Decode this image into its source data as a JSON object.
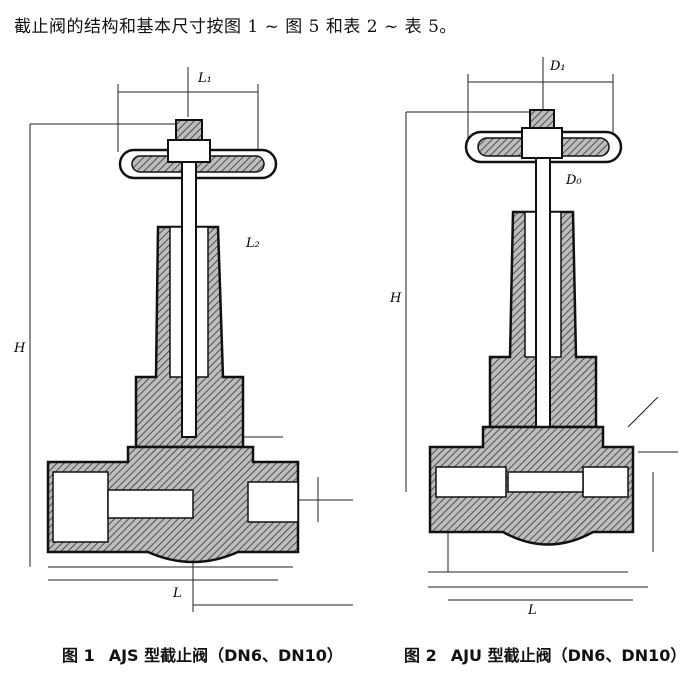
{
  "intro_text": "截止阀的结构和基本尺寸按图 1 ~ 图 5 和表 2 ~ 表 5。",
  "figures": [
    {
      "number": "图 1",
      "caption": "AJS 型截止阀（DN6、DN10）",
      "labels": {
        "top_dim": "L₁",
        "left_dim": "H",
        "stem_callout": "L₂",
        "bottom_dim": "L"
      }
    },
    {
      "number": "图 2",
      "caption": "AJU 型截止阀（DN6、DN10）",
      "labels": {
        "top_dim": "D₁",
        "left_dim": "H",
        "stem_callout": "D₀",
        "bottom_dim": "L"
      }
    }
  ]
}
